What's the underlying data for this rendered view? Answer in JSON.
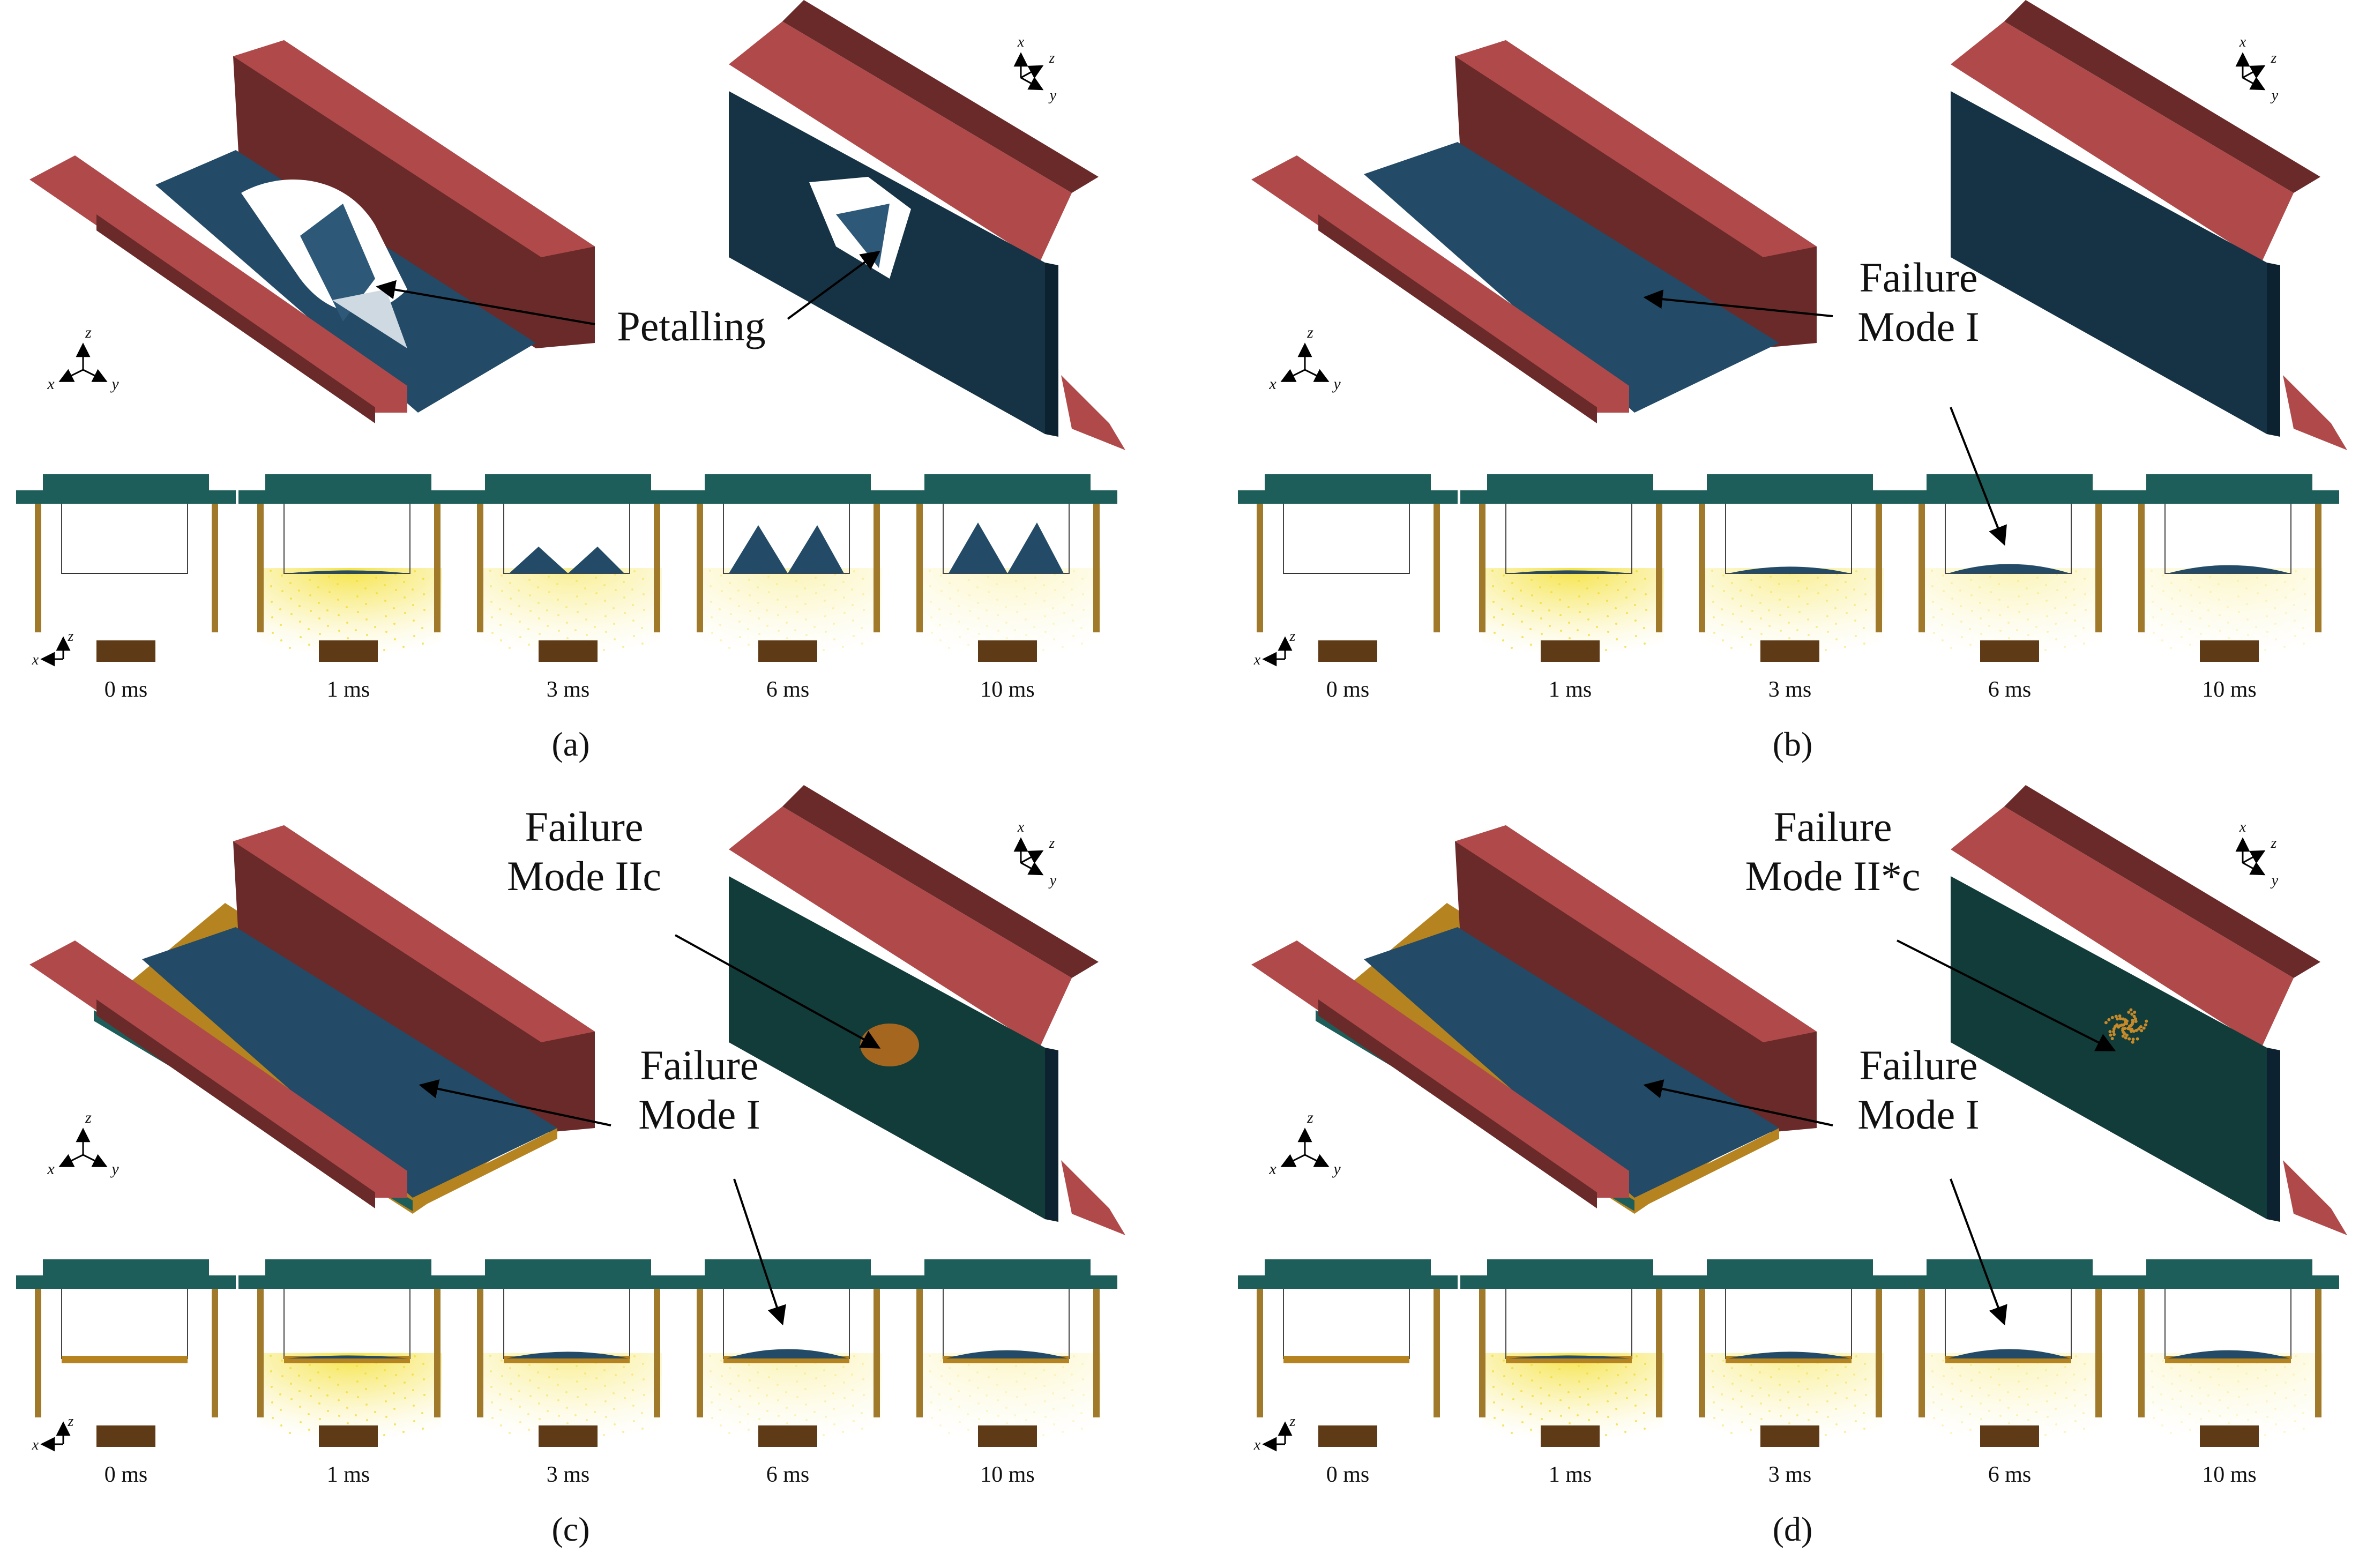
{
  "panels": [
    {
      "id": "a",
      "caption": "(a)",
      "variant": "petal",
      "annotations": [
        {
          "lines": [
            "Petalling"
          ]
        }
      ],
      "frames": [
        "0 ms",
        "1 ms",
        "3 ms",
        "6 ms",
        "10 ms"
      ],
      "axes": {
        "iso": [
          "x",
          "y",
          "z"
        ],
        "iso_right": [
          "x",
          "y",
          "z"
        ],
        "section": [
          "x",
          "z"
        ]
      }
    },
    {
      "id": "b",
      "caption": "(b)",
      "variant": "plain",
      "annotations": [
        {
          "lines": [
            "Failure",
            "Mode I"
          ]
        }
      ],
      "frames": [
        "0 ms",
        "1 ms",
        "3 ms",
        "6 ms",
        "10 ms"
      ],
      "axes": {
        "iso": [
          "x",
          "y",
          "z"
        ],
        "iso_right": [
          "x",
          "y",
          "z"
        ],
        "section": [
          "x",
          "z"
        ]
      }
    },
    {
      "id": "c",
      "caption": "(c)",
      "variant": "composite",
      "annotations": [
        {
          "lines": [
            "Failure",
            "Mode IIc"
          ]
        },
        {
          "lines": [
            "Failure",
            "Mode I"
          ]
        }
      ],
      "frames": [
        "0 ms",
        "1 ms",
        "3 ms",
        "6 ms",
        "10 ms"
      ],
      "axes": {
        "iso": [
          "x",
          "y",
          "z"
        ],
        "iso_right": [
          "x",
          "y",
          "z"
        ],
        "section": [
          "x",
          "z"
        ]
      }
    },
    {
      "id": "d",
      "caption": "(d)",
      "variant": "composite2",
      "annotations": [
        {
          "lines": [
            "Failure",
            "Mode II*c"
          ]
        },
        {
          "lines": [
            "Failure",
            "Mode I"
          ]
        }
      ],
      "frames": [
        "0 ms",
        "1 ms",
        "3 ms",
        "6 ms",
        "10 ms"
      ],
      "axes": {
        "iso": [
          "x",
          "y",
          "z"
        ],
        "iso_right": [
          "x",
          "y",
          "z"
        ],
        "section": [
          "x",
          "z"
        ]
      }
    }
  ],
  "colors": {
    "steel_red": "#b04a4a",
    "steel_red_dark": "#6a2a2a",
    "plate_blue": "#234a66",
    "plate_dark": "#163346",
    "composite_green": "#123c3a",
    "core_orange": "#b58420",
    "section_teal": "#1e5e5a",
    "post_brown": "#a07a2a",
    "charge_brown": "#5e3a16",
    "blast_yellow": "#f2dc3a"
  }
}
